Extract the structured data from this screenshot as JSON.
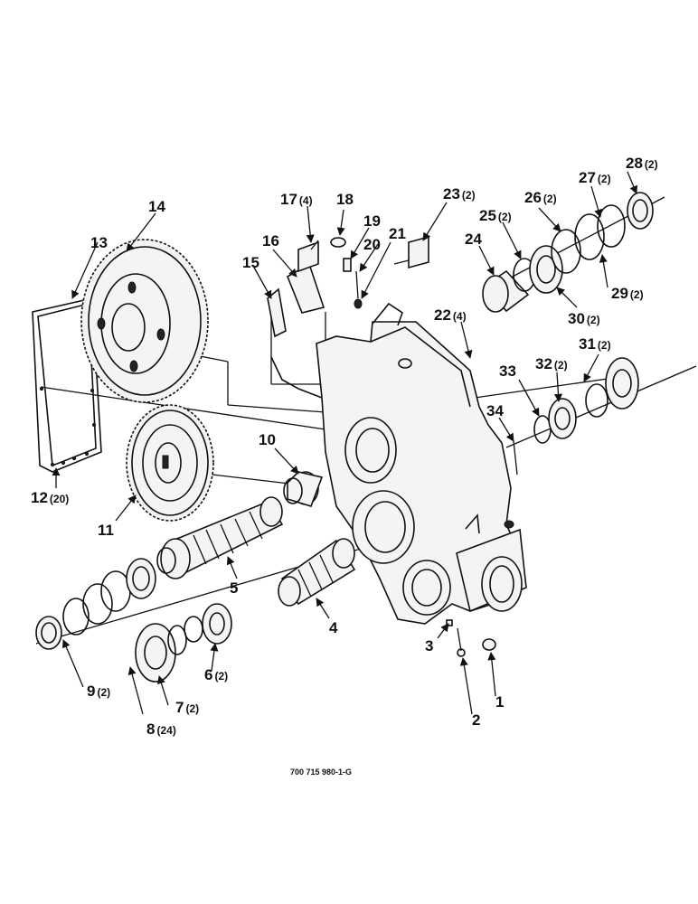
{
  "diagram": {
    "drawing_number": "700 715 980-1-G",
    "callouts": [
      {
        "id": "c1",
        "num": "1",
        "qty": ""
      },
      {
        "id": "c2",
        "num": "2",
        "qty": ""
      },
      {
        "id": "c3",
        "num": "3",
        "qty": ""
      },
      {
        "id": "c4",
        "num": "4",
        "qty": ""
      },
      {
        "id": "c5",
        "num": "5",
        "qty": ""
      },
      {
        "id": "c6",
        "num": "6",
        "qty": "(2)"
      },
      {
        "id": "c7",
        "num": "7",
        "qty": "(2)"
      },
      {
        "id": "c8",
        "num": "8",
        "qty": "(24)"
      },
      {
        "id": "c9",
        "num": "9",
        "qty": "(2)"
      },
      {
        "id": "c10",
        "num": "10",
        "qty": ""
      },
      {
        "id": "c11",
        "num": "11",
        "qty": ""
      },
      {
        "id": "c12",
        "num": "12",
        "qty": "(20)"
      },
      {
        "id": "c13",
        "num": "13",
        "qty": ""
      },
      {
        "id": "c14",
        "num": "14",
        "qty": ""
      },
      {
        "id": "c15",
        "num": "15",
        "qty": ""
      },
      {
        "id": "c16",
        "num": "16",
        "qty": ""
      },
      {
        "id": "c17",
        "num": "17",
        "qty": "(4)"
      },
      {
        "id": "c18",
        "num": "18",
        "qty": ""
      },
      {
        "id": "c19",
        "num": "19",
        "qty": ""
      },
      {
        "id": "c20",
        "num": "20",
        "qty": ""
      },
      {
        "id": "c21",
        "num": "21",
        "qty": ""
      },
      {
        "id": "c22",
        "num": "22",
        "qty": "(4)"
      },
      {
        "id": "c23",
        "num": "23",
        "qty": "(2)"
      },
      {
        "id": "c24",
        "num": "24",
        "qty": ""
      },
      {
        "id": "c25",
        "num": "25",
        "qty": "(2)"
      },
      {
        "id": "c26",
        "num": "26",
        "qty": "(2)"
      },
      {
        "id": "c27",
        "num": "27",
        "qty": "(2)"
      },
      {
        "id": "c28",
        "num": "28",
        "qty": "(2)"
      },
      {
        "id": "c29",
        "num": "29",
        "qty": "(2)"
      },
      {
        "id": "c30",
        "num": "30",
        "qty": "(2)"
      },
      {
        "id": "c31",
        "num": "31",
        "qty": "(2)"
      },
      {
        "id": "c32",
        "num": "32",
        "qty": "(2)"
      },
      {
        "id": "c33",
        "num": "33",
        "qty": ""
      },
      {
        "id": "c34",
        "num": "34",
        "qty": ""
      }
    ]
  }
}
